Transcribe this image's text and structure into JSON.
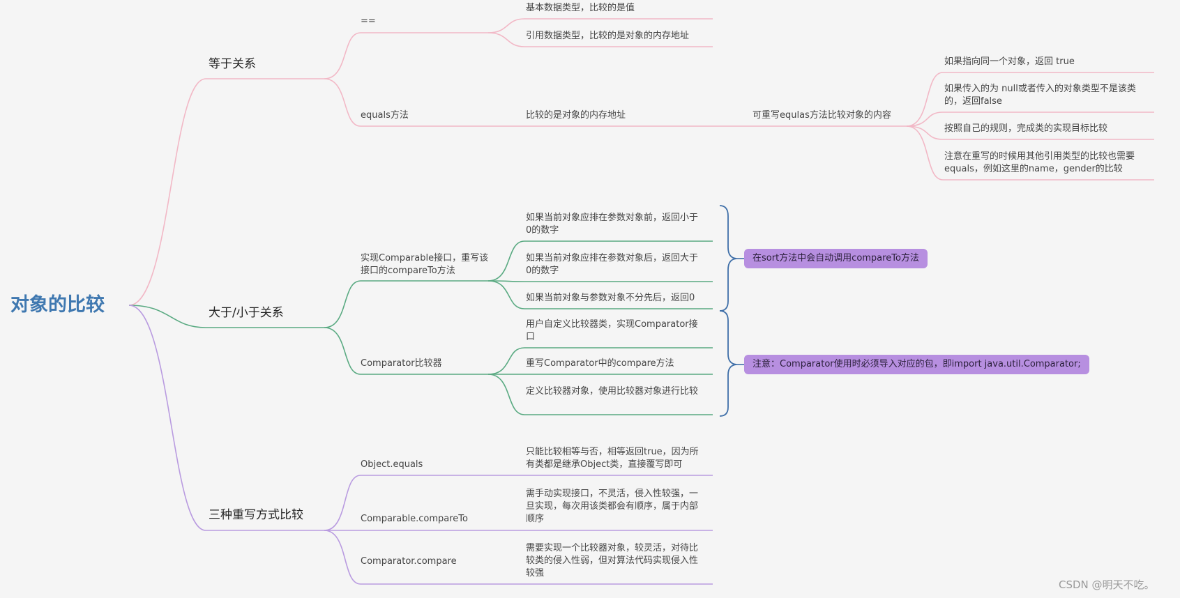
{
  "root": "对象的比较",
  "colors": {
    "pink": "#f2b8c6",
    "green": "#5aaa82",
    "purple": "#b99be0",
    "brace": "#3f6fa8",
    "tag": "#b78fe0",
    "root": "#3f78b0"
  },
  "eq": {
    "label": "等于关系",
    "op": {
      "label": "==",
      "items": [
        "基本数据类型，比较的是值",
        "引用数据类型，比较的是对象的内存地址"
      ]
    },
    "equals": {
      "label": "equals方法",
      "detail": "比较的是对象的内存地址",
      "override": "可重写equlas方法比较对象的内容",
      "items": [
        "如果指向同一个对象，返回 true",
        "如果传入的为 null或者传入的对象类型不是该类的，返回false",
        "按照自己的规则，完成类的实现目标比较",
        "注意在重写的时候用其他引用类型的比较也需要equals，例如这里的name，gender的比较"
      ]
    }
  },
  "gt": {
    "label": "大于/小于关系",
    "comparable": {
      "label": "实现Comparable接口，重写该接口的compareTo方法",
      "items": [
        "如果当前对象应排在参数对象前，返回小于0的数字",
        "如果当前对象应排在参数对象后，返回大于0的数字",
        "如果当前对象与参数对象不分先后，返回0"
      ],
      "note": "在sort方法中会自动调用compareTo方法"
    },
    "comparator": {
      "label": "Comparator比较器",
      "items": [
        "用户自定义比较器类，实现Comparator接口",
        "重写Comparator中的compare方法",
        "定义比较器对象，使用比较器对象进行比较"
      ],
      "note": "注意：Comparator使用时必须导入对应的包，即import java.util.Comparator;"
    }
  },
  "three": {
    "label": "三种重写方式比较",
    "items": [
      {
        "label": "Object.equals",
        "detail": "只能比较相等与否，相等返回true，因为所有类都是继承Object类，直接覆写即可"
      },
      {
        "label": "Comparable.compareTo",
        "detail": "需手动实现接口，不灵活，侵入性较强，一旦实现，每次用该类都会有顺序，属于内部顺序"
      },
      {
        "label": "Comparator.compare",
        "detail": "需要实现一个比较器对象，较灵活，对待比较类的侵入性弱，但对算法代码实现侵入性较强"
      }
    ]
  },
  "watermark": "CSDN @明天不吃。"
}
